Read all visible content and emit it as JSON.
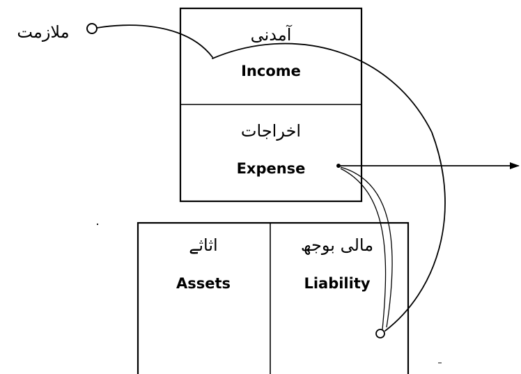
{
  "income": {
    "urdu": "آمدنی",
    "english": "Income"
  },
  "expense": {
    "urdu": "اخراجات",
    "english": "Expense"
  },
  "assets": {
    "urdu": "اثاثے",
    "english": "Assets"
  },
  "liability": {
    "urdu": "مالی بوجھ",
    "english": "Liability"
  },
  "job": {
    "urdu": "ملازمت"
  }
}
